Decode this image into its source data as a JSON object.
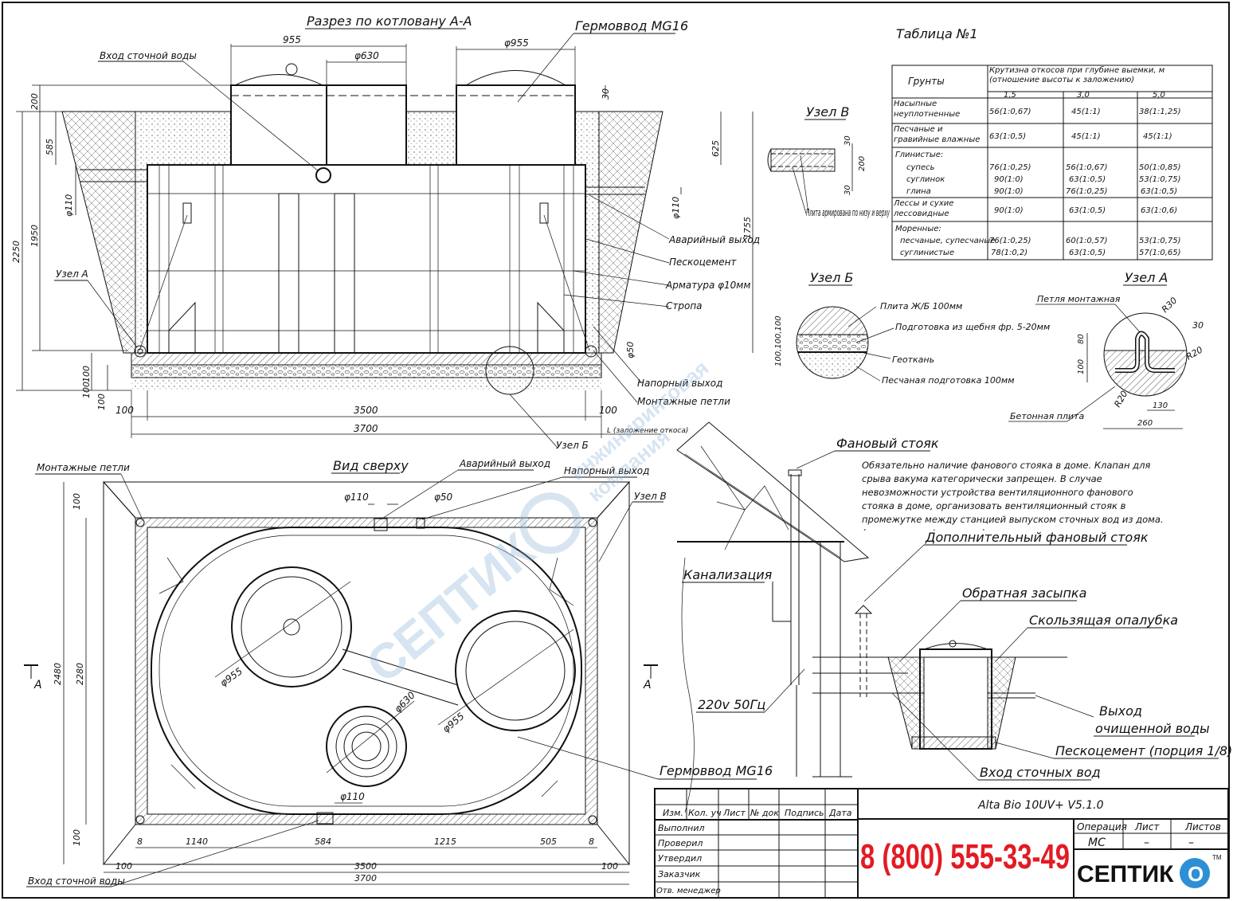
{
  "section": {
    "title": "Разрез по котловану А-А",
    "germovvod": "Гермоввод MG16",
    "inlet": "Вход сточной воды",
    "dims": {
      "d955a": "955",
      "d630": "φ630",
      "d955b": "φ955",
      "h200": "200",
      "h585": "585",
      "h1950": "1950",
      "h2250": "2250",
      "d110l": "φ110",
      "d110r": "φ110",
      "h625": "625",
      "h1755": "1755",
      "h30": "30",
      "d50": "φ50",
      "b100a": "100",
      "b100b": "100",
      "b100c": "100",
      "w100l": "100",
      "w3500": "3500",
      "w100r": "100",
      "w3700": "3700",
      "slope": "L (заложение откоса)"
    },
    "labels": {
      "uzel_a": "Узел А",
      "emergency": "Аварийный выход",
      "sand_cement": "Пескоцемент",
      "rebar": "Арматура φ10мм",
      "sling": "Стропа",
      "pressure_out": "Напорный выход",
      "loops": "Монтажные петли",
      "uzel_b": "Узел Б"
    }
  },
  "table": {
    "title": "Таблица №1",
    "col_soil": "Грунты",
    "col_slope_title": "Крутизна откосов при глубине выемки, м (отношение высоты к заложению)",
    "depths": [
      "1,5",
      "3,0",
      "5,0"
    ],
    "rows": [
      {
        "name": "Насыпные неуплотненные",
        "v": [
          "56(1:0,67)",
          "45(1:1)",
          "38(1:1,25)"
        ]
      },
      {
        "name": "Песчаные и гравийные влажные",
        "v": [
          "63(1:0,5)",
          "45(1:1)",
          "45(1:1)"
        ]
      },
      {
        "name": "Глинистые:",
        "v": [
          "",
          "",
          ""
        ]
      },
      {
        "name": "супесь",
        "v": [
          "76(1:0,25)",
          "56(1:0,67)",
          "50(1:0,85)"
        ]
      },
      {
        "name": "суглинок",
        "v": [
          "90(1:0)",
          "63(1:0,5)",
          "53(1:0,75)"
        ]
      },
      {
        "name": "глина",
        "v": [
          "90(1:0)",
          "76(1:0,25)",
          "63(1:0,5)"
        ]
      },
      {
        "name": "Лессы и сухие лессовидные",
        "v": [
          "90(1:0)",
          "63(1:0,5)",
          "63(1:0,6)"
        ]
      },
      {
        "name": "Моренные:",
        "v": [
          "",
          "",
          ""
        ]
      },
      {
        "name": "песчаные, супесчаные",
        "v": [
          "76(1:0,25)",
          "60(1:0,57)",
          "53(1:0,75)"
        ]
      },
      {
        "name": "суглинистые",
        "v": [
          "78(1:0,2)",
          "63(1:0,5)",
          "57(1:0,65)"
        ]
      }
    ]
  },
  "uzel_v": {
    "title": "Узел В",
    "d30a": "30",
    "d200": "200",
    "d30b": "30",
    "note": "Плита армирована по низу и верху"
  },
  "uzel_b": {
    "title": "Узел Б",
    "d100": "100,100,100",
    "l1": "Плита Ж/Б 100мм",
    "l2": "Подготовка из щебня фр. 5-20мм",
    "l3": "Геоткань",
    "l4": "Песчаная подготовка 100мм"
  },
  "uzel_a": {
    "title": "Узел А",
    "loop": "Петля монтажная",
    "r30": "R30",
    "d30": "30",
    "r20a": "R20",
    "r20b": "R20",
    "d80": "80",
    "d100": "100",
    "d130": "130",
    "d260": "260",
    "plate": "Бетонная плита"
  },
  "top_view": {
    "title": "Вид сверху",
    "loops": "Монтажные петли",
    "emergency": "Аварийный выход",
    "pressure": "Напорный выход",
    "uzel_v": "Узел В",
    "d110": "φ110",
    "d50": "φ50",
    "d955a": "φ955",
    "d955b": "φ955",
    "d630": "φ630",
    "d110b": "φ110",
    "germovvod": "Гермоввод MG16",
    "inlet": "Вход сточной воды",
    "h100a": "100",
    "h2480": "2480",
    "h2280": "2280",
    "h100b": "100",
    "w8a": "8",
    "w1140": "1140",
    "w584": "584",
    "w1215": "1215",
    "w505": "505",
    "w8b": "8",
    "w100l": "100",
    "w3500": "3500",
    "w100r": "100",
    "w3700": "3700",
    "section_a": "А"
  },
  "house": {
    "fan": "Фановый стояк",
    "note": "Обязательно наличие фанового стояка в доме. Клапан для срыва вакума категорически запрещен. В случае невозможности устройства вентиляционного фанового стояка в доме, организовать вентиляционный стояк в промежутке между станцией выпуском сточных вод из дома. (см. рис. доп. фан. стояк).",
    "extra_fan": "Дополнительный фановый стояк",
    "sewer": "Канализация",
    "power": "220v 50Гц",
    "backfill": "Обратная засыпка",
    "formwork": "Скользящая опалубка",
    "out1": "Выход",
    "out2": "очищенной воды",
    "sand_cement": "Пескоцемент (порция 1/8)",
    "inlet": "Вход сточных вод"
  },
  "stamp": {
    "title": "Alta Bio 10UV+ V5.1.0",
    "headers": [
      "Изм.",
      "Кол. уч",
      "Лист",
      "№ док",
      "Подпись",
      "Дата"
    ],
    "roles": [
      "Выполнил",
      "Проверил",
      "Утвердил",
      "Заказчик",
      "Отв. менеджер"
    ],
    "phone": "8 (800) 555-33-49",
    "op": "Операция",
    "sheet": "Лист",
    "sheets": "Листов",
    "op_val": "МС",
    "sheet_val": "–",
    "sheets_val": "–",
    "logo": "СЕПТИК",
    "logo_o": "О",
    "tm": "TM"
  },
  "watermark": {
    "main": "СЕПТИК",
    "sub1": "инжиниринговая",
    "sub2": "компания"
  }
}
